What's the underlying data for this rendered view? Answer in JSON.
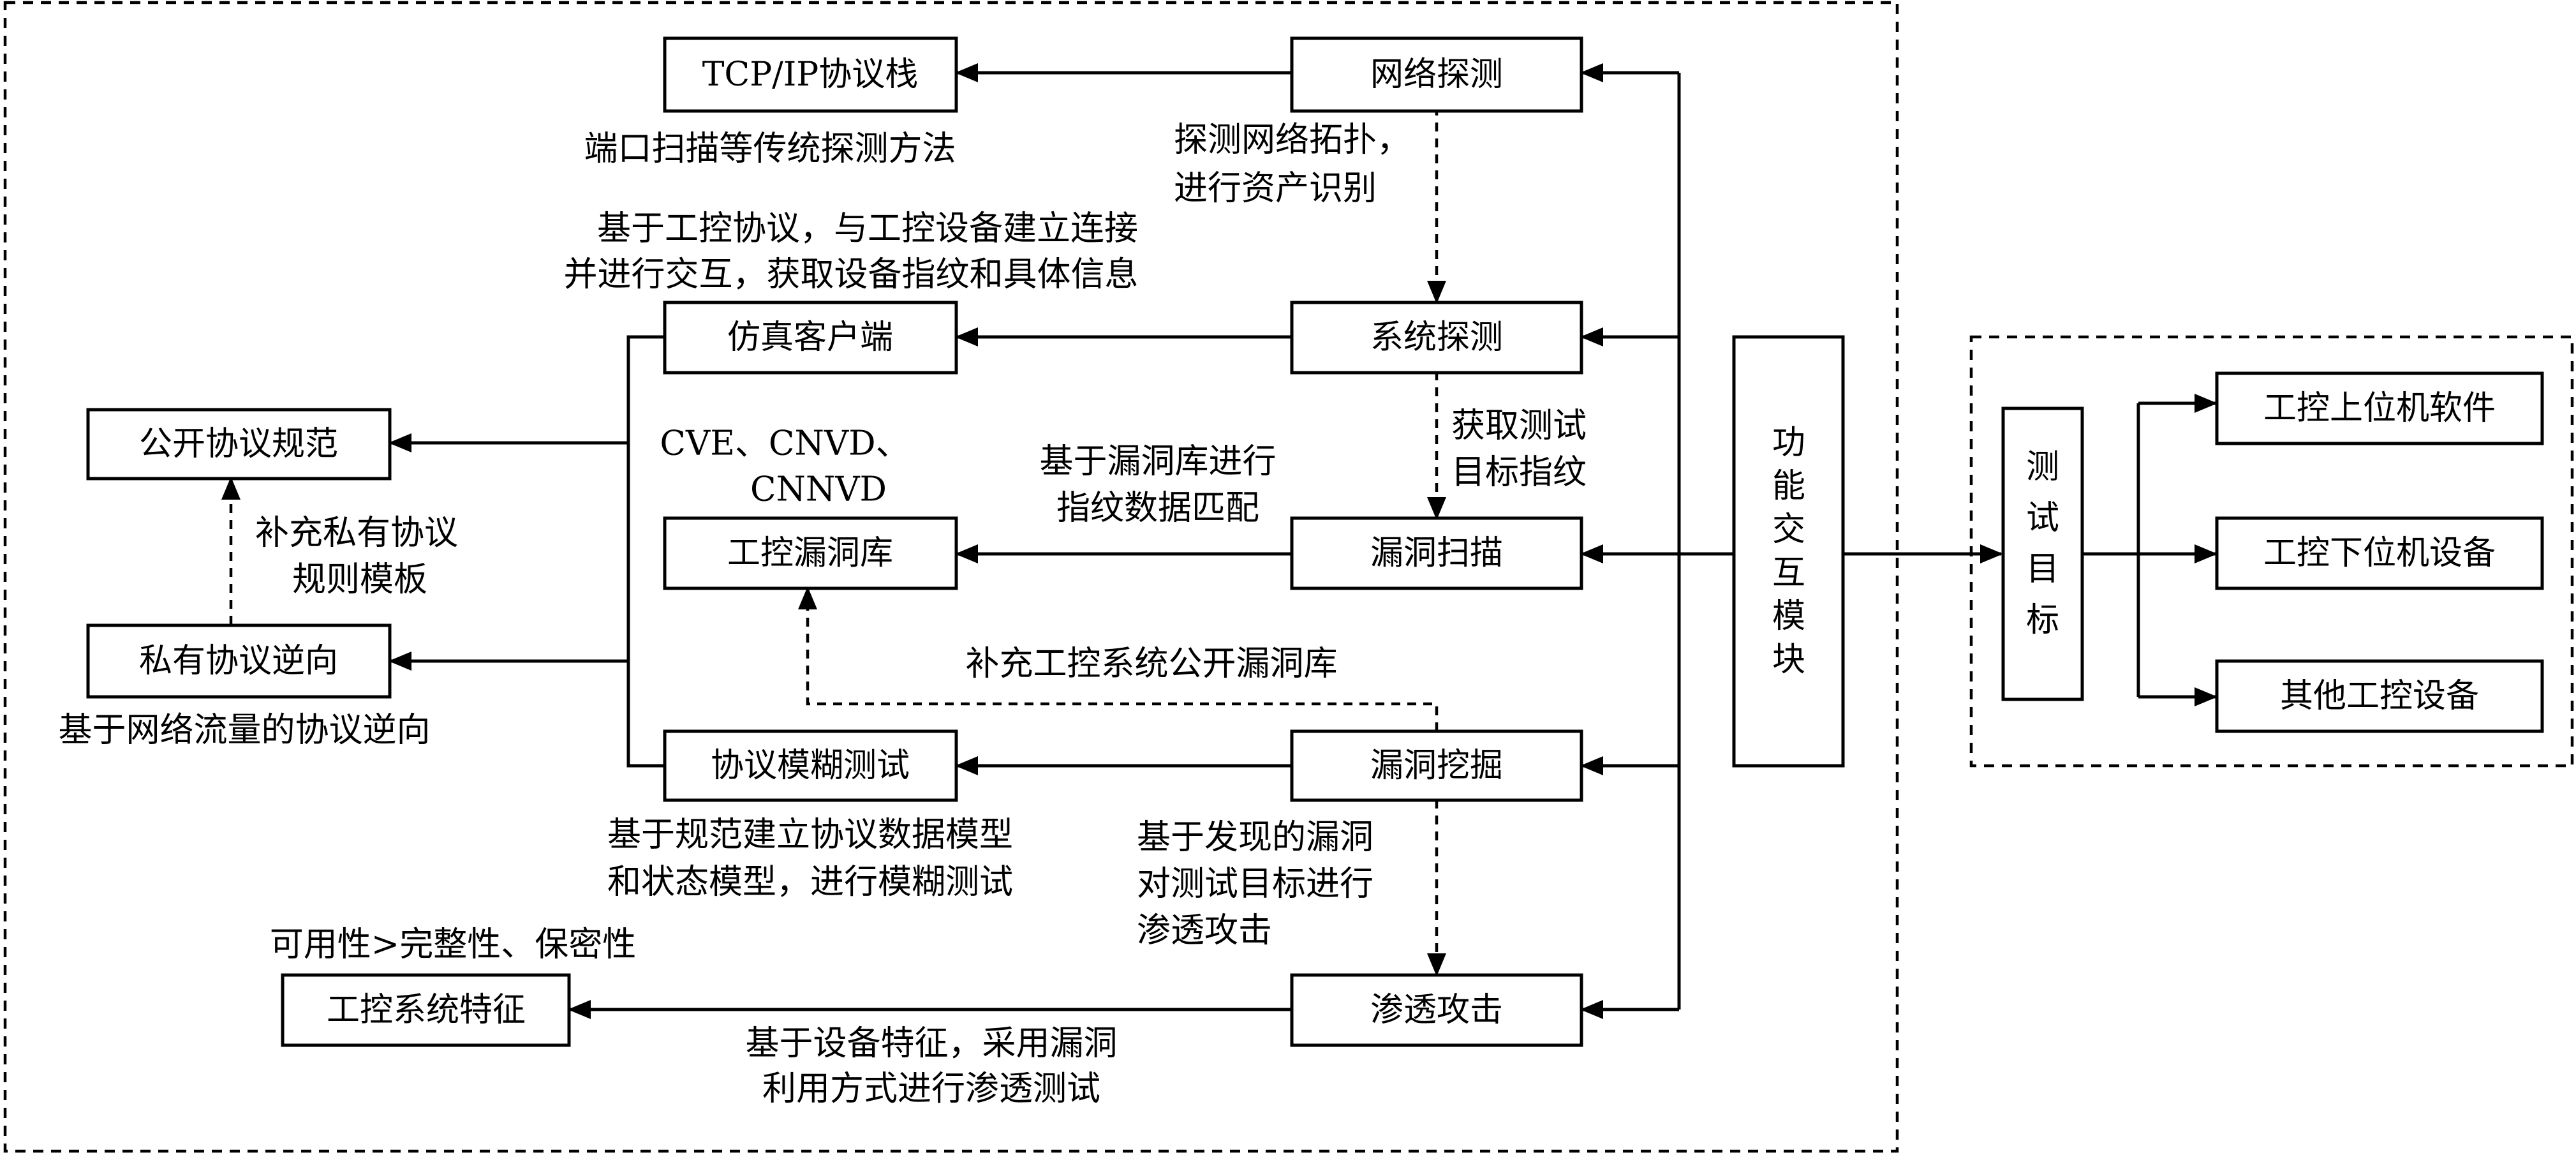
{
  "nodes": {
    "tcpip": "TCP/IP协议栈",
    "net_probe": "网络探测",
    "emu_client": "仿真客户端",
    "sys_probe": "系统探测",
    "public_spec": "公开协议规范",
    "ics_vuln_db": "工控漏洞库",
    "vuln_scan": "漏洞扫描",
    "private_reverse": "私有协议逆向",
    "fuzz": "协议模糊测试",
    "vuln_mining": "漏洞挖掘",
    "ics_features": "工控系统特征",
    "penetration": "渗透攻击",
    "func_module": [
      "功",
      "能",
      "交",
      "互",
      "模",
      "块"
    ],
    "test_target": [
      "测",
      "试",
      "目",
      "标"
    ],
    "upper_software": "工控上位机软件",
    "lower_device": "工控下位机设备",
    "other_device": "其他工控设备"
  },
  "annotations": {
    "port_scan": "端口扫描等传统探测方法",
    "probe_topology": [
      "探测网络拓扑，",
      "进行资产识别"
    ],
    "ics_protocol_interact": [
      "基于工控协议，与工控设备建立连接",
      "并进行交互，获取设备指纹和具体信息"
    ],
    "vuln_sources": [
      "CVE、CNVD、",
      "CNNVD"
    ],
    "get_fingerprint": [
      "获取测试",
      "目标指纹"
    ],
    "vuln_db_match": [
      "基于漏洞库进行",
      "指纹数据匹配"
    ],
    "supplement_private": [
      "补充私有协议",
      "规则模板"
    ],
    "supplement_public_db": "补充工控系统公开漏洞库",
    "traffic_reverse": "基于网络流量的协议逆向",
    "fuzz_model": [
      "基于规范建立协议数据模型",
      "和状态模型，进行模糊测试"
    ],
    "found_vuln_attack": [
      "基于发现的漏洞",
      "对测试目标进行",
      "渗透攻击"
    ],
    "priority": "可用性>完整性、保密性",
    "device_feature_pentest": [
      "基于设备特征，采用漏洞",
      "利用方式进行渗透测试"
    ]
  }
}
